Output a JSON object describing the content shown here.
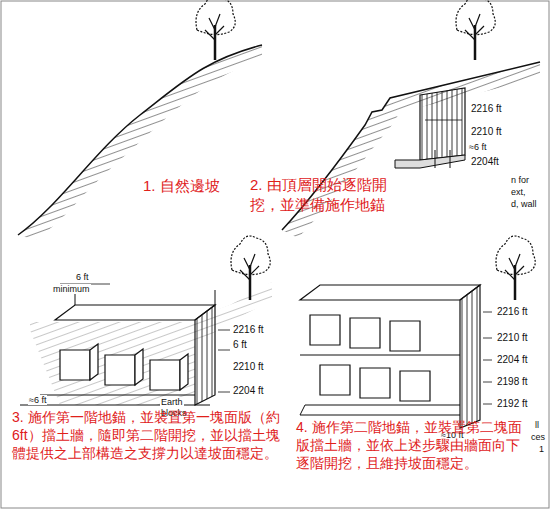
{
  "diagram": {
    "labels": [
      "1. 自然邊坡",
      "2216 ft",
      "2210 ft",
      "≈6 ft",
      "2204ft",
      "n for",
      "ext,",
      "d, wall",
      "2. 由頂層開始逐階開挖，並準備施作地錨",
      "6 ft",
      "minimum",
      "2216 ft",
      "6 ft",
      "2210 ft",
      "Earth",
      "blocks",
      "≈6 ft",
      "2204 ft",
      "3. 施作第一階地錨，並裝置第一塊面版（約6ft）擋土牆，隨即第二階開挖，並以擋土塊體提供之上部構造之支撐力以達坡面穩定。",
      "2216 ft",
      "2210 ft",
      "2204 ft",
      "2198 ft",
      "≈10 ft",
      "2192 ft",
      "ll",
      "ces",
      "1",
      "4. 施作第二階地錨，並裝置第二塊面版擋土牆，並依上述步驟由牆面向下逐階開挖，且維持坡面穩定。"
    ]
  }
}
